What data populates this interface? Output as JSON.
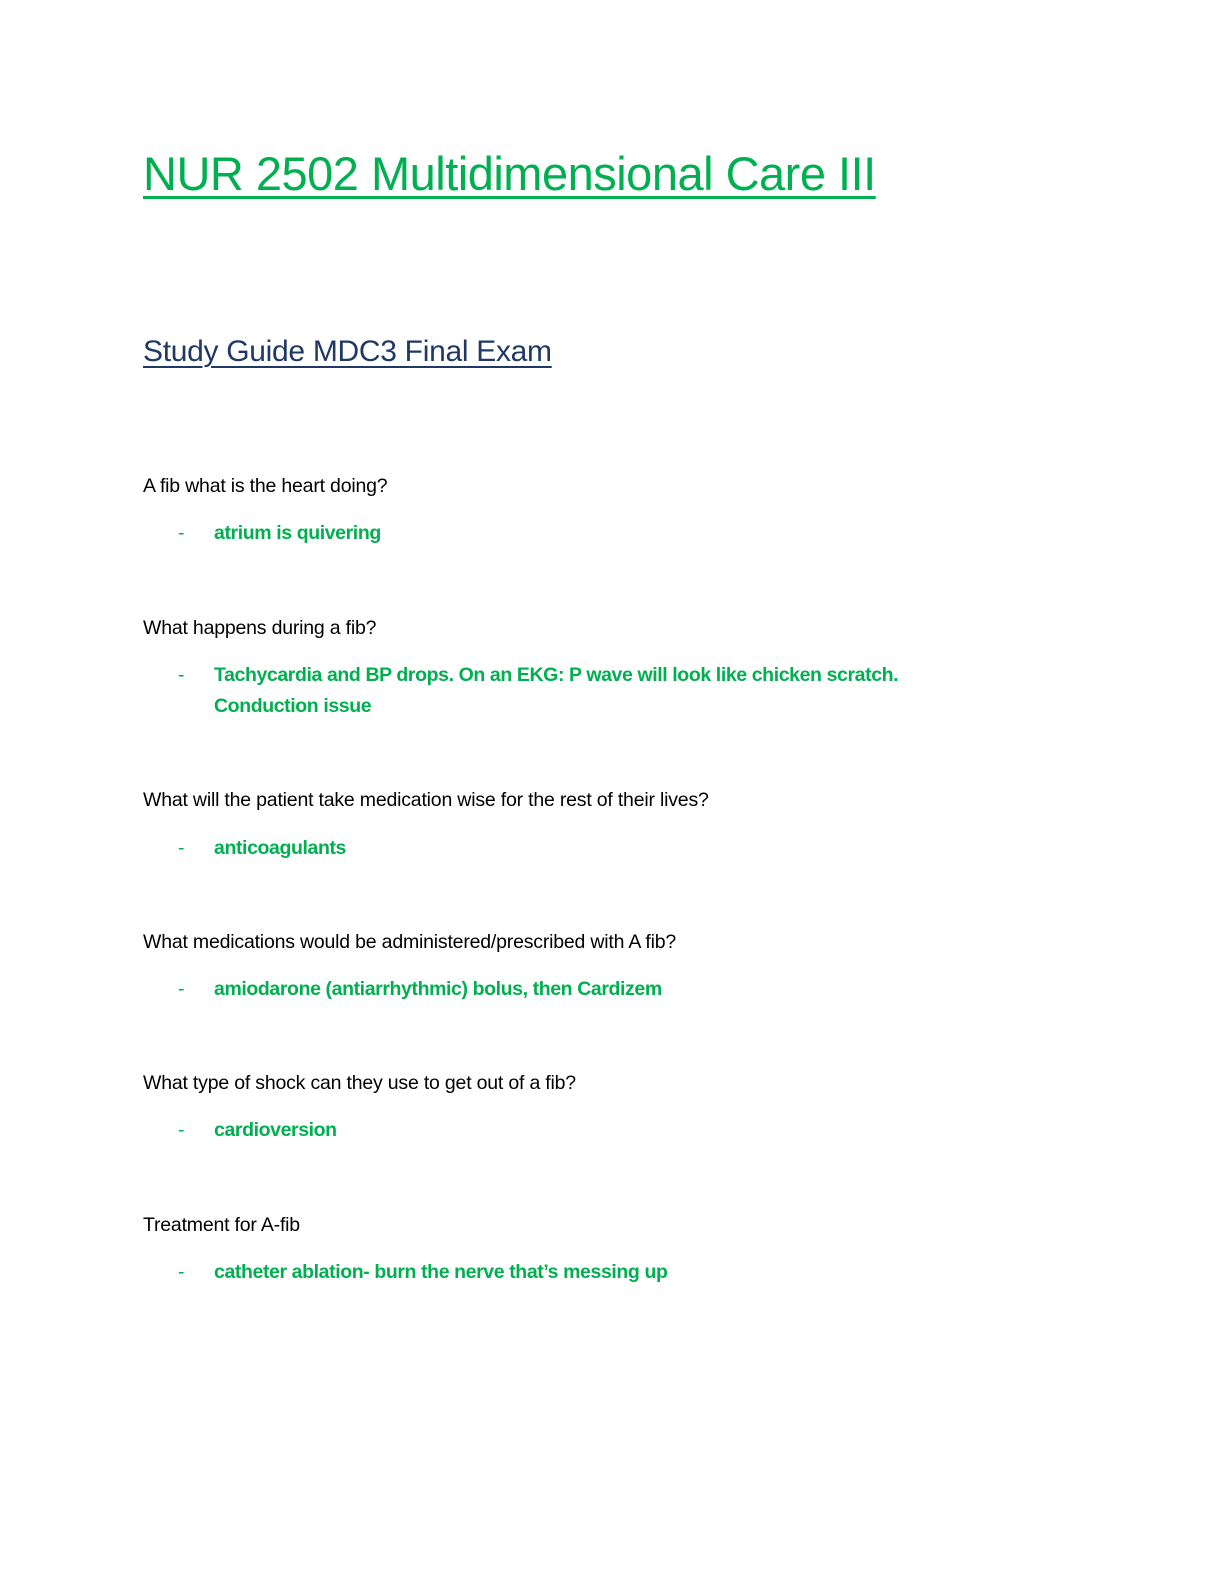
{
  "title": "NUR 2502 Multidimensional Care III",
  "subtitle": "Study Guide MDC3 Final Exam",
  "colors": {
    "accent": "#00B050",
    "heading": "#1F3864"
  },
  "bullet": "-",
  "qa": [
    {
      "q": "A fib what is the heart doing?",
      "a": "atrium is quivering"
    },
    {
      "q": "What happens during a fib?",
      "a": "Tachycardia and BP drops. On an EKG: P wave will look like chicken scratch. Conduction issue"
    },
    {
      "q": "What will the patient take medication wise for the rest of their lives?",
      "a": "anticoagulants"
    },
    {
      "q": "What medications would be administered/prescribed with A fib?",
      "a": "amiodarone (antiarrhythmic) bolus, then Cardizem"
    },
    {
      "q": "What type of shock can they use to get out of a fib?",
      "a": "cardioversion"
    },
    {
      "q": "Treatment for A-fib",
      "a": "catheter ablation- burn the nerve that’s messing up"
    }
  ]
}
